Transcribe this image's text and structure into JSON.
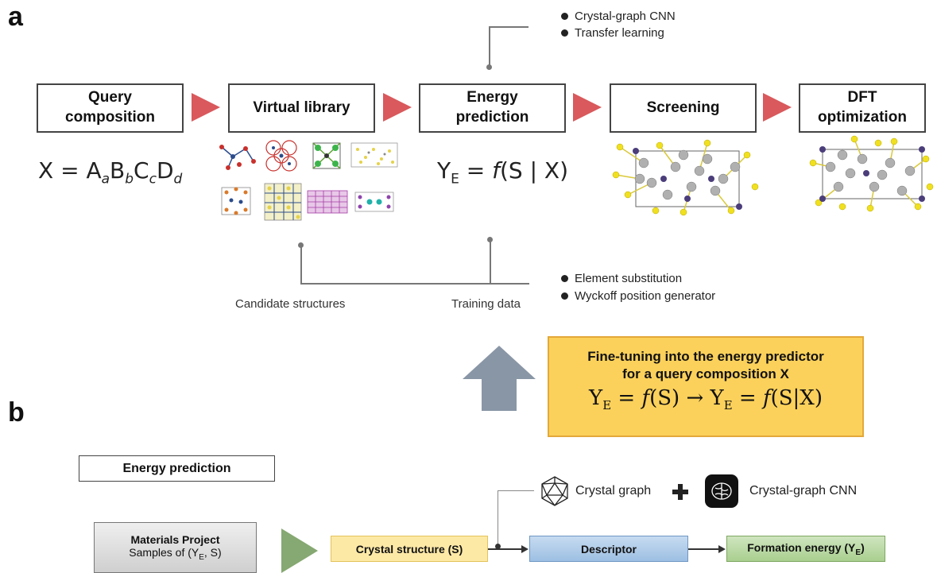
{
  "panel_a": {
    "letter": "a",
    "steps": [
      {
        "line1": "Query",
        "line2": "composition"
      },
      {
        "line1": "Virtual library",
        "line2": ""
      },
      {
        "line1": "Energy",
        "line2": "prediction"
      },
      {
        "line1": "Screening",
        "line2": ""
      },
      {
        "line1": "DFT",
        "line2": "optimization"
      }
    ],
    "formula_query": {
      "text": "X = A",
      "a": "a",
      "B": "B",
      "b": "b",
      "C": "C",
      "c": "c",
      "D": "D",
      "d": "d"
    },
    "formula_energy": {
      "Y": "Y",
      "sub": "E",
      "rest1": " = ",
      "f": "f",
      "rest2": "(S | X)"
    },
    "top_bullets": [
      "Crystal-graph CNN",
      "Transfer learning"
    ],
    "bottom_bullets": [
      "Element substitution",
      "Wyckoff position generator"
    ],
    "caption_candidate": "Candidate structures",
    "caption_training": "Training data"
  },
  "finetune": {
    "title_line1": "Fine-tuning into the energy predictor",
    "title_line2": "for a query composition X",
    "eq": {
      "Y1": "Y",
      "sub1": "E",
      "mid1": " = ",
      "f1": "f",
      "mid2": "(S) → ",
      "Y2": "Y",
      "sub2": "E",
      "mid3": " = ",
      "f2": "f",
      "end": "(S|X)"
    }
  },
  "panel_b": {
    "letter": "b",
    "energy_prediction_label": "Energy prediction",
    "crystal_graph_label": "Crystal graph",
    "cgcnn_label": "Crystal-graph CNN",
    "mp_line1": "Materials Project",
    "mp_line2": "Samples of (Y",
    "mp_sub": "E",
    "mp_line2_end": ", S)",
    "crystal_structure": "Crystal structure (S)",
    "descriptor": "Descriptor",
    "formation_energy": "Formation energy (Y",
    "formation_sub": "E",
    "formation_end": ")"
  },
  "colors": {
    "step_arrow": "#d9595c",
    "finetune_fill": "#fcd15b",
    "up_arrow": "#8996a6",
    "b_arrow": "#86a872",
    "crystal_box": "#fde9a6",
    "descriptor_box": "#a9c8e8",
    "formation_box": "#b5d6a0",
    "mp_box": "#d4d4d4"
  },
  "icons": [
    "icosahedron-icon",
    "brain-chip-icon",
    "plus-icon"
  ]
}
